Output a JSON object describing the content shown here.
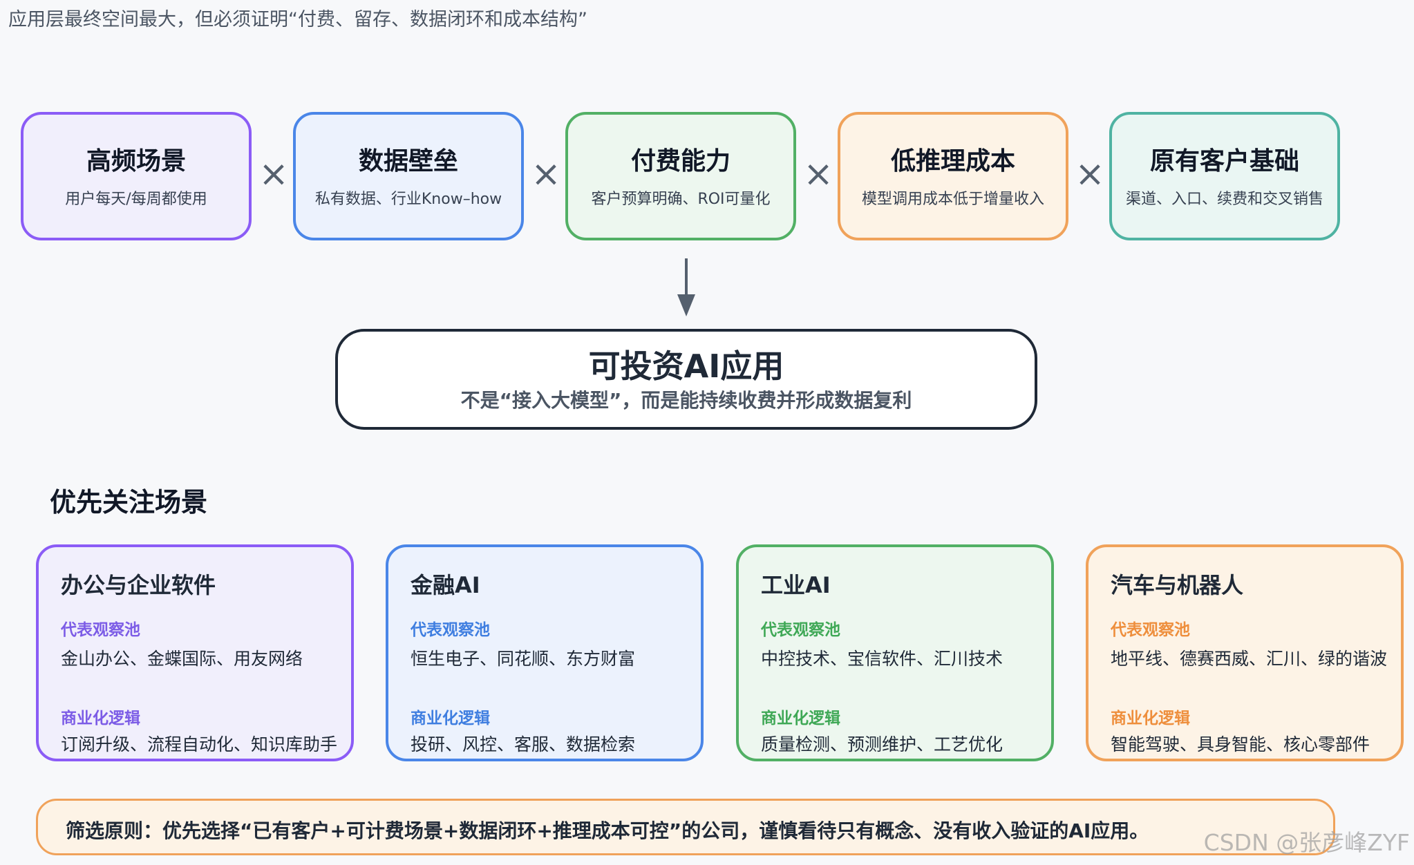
{
  "header": {
    "note": "应用层最终空间最大，但必须证明“付费、留存、数据闭环和成本结构”"
  },
  "formula": {
    "operator": "×",
    "factors": [
      {
        "title": "高频场景",
        "subtitle": "用户每天/每周都使用"
      },
      {
        "title": "数据壁垒",
        "subtitle": "私有数据、行业Know–how"
      },
      {
        "title": "付费能力",
        "subtitle": "客户预算明确、ROI可量化"
      },
      {
        "title": "低推理成本",
        "subtitle": "模型调用成本低于增量收入"
      },
      {
        "title": "原有客户基础",
        "subtitle": "渠道、入口、续费和交叉销售"
      }
    ],
    "result": {
      "title": "可投资AI应用",
      "subtitle": "不是“接入大模型”，而是能持续收费并形成数据复利"
    }
  },
  "scenes": {
    "section_title": "优先关注场景",
    "items": [
      {
        "title": "办公与企业软件",
        "pool_label": "代表观察池",
        "pool": "金山办公、金蝶国际、用友网络",
        "logic_label": "商业化逻辑",
        "logic": "订阅升级、流程自动化、知识库助手"
      },
      {
        "title": "金融AI",
        "pool_label": "代表观察池",
        "pool": "恒生电子、同花顺、东方财富",
        "logic_label": "商业化逻辑",
        "logic": "投研、风控、客服、数据检索"
      },
      {
        "title": "工业AI",
        "pool_label": "代表观察池",
        "pool": "中控技术、宝信软件、汇川技术",
        "logic_label": "商业化逻辑",
        "logic": "质量检测、预测维护、工艺优化"
      },
      {
        "title": "汽车与机器人",
        "pool_label": "代表观察池",
        "pool": "地平线、德赛西威、汇川、绿的谐波",
        "logic_label": "商业化逻辑",
        "logic": "智能驾驶、具身智能、核心零部件"
      }
    ]
  },
  "footer": {
    "principle": "筛选原则：优先选择“已有客户+可计费场景+数据闭环+推理成本可控”的公司，谨慎看待只有概念、没有收入验证的AI应用。",
    "watermark": "CSDN @张彦峰ZYF"
  }
}
